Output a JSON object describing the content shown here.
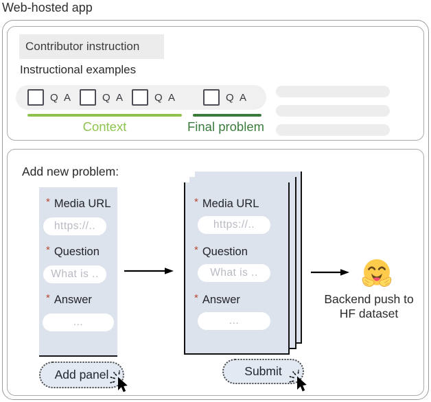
{
  "title": "Web-hosted app",
  "colors": {
    "context_green": "#8ec44e",
    "final_green": "#3a7c3c",
    "required_red": "#b5492f",
    "panel_fill": "#dde3ec",
    "button_fill": "#e3e9f2",
    "pill_gray": "#f0f0f1",
    "bar_gray": "#ededee",
    "instr_gray": "#ececec"
  },
  "instruction_section": {
    "instruction_box": "Contributor instruction",
    "examples_label": "Instructional examples",
    "qa_items": [
      {
        "label": "Q A"
      },
      {
        "label": "Q A"
      },
      {
        "label": "Q A"
      },
      {
        "label": "Q A"
      }
    ],
    "context_label": "Context",
    "final_problem_label": "Final problem",
    "placeholder_bar_count": 3
  },
  "add_problem_section": {
    "heading": "Add new problem:",
    "required_marker": "*",
    "fields": [
      {
        "label": "Media URL",
        "placeholder": "https://.."
      },
      {
        "label": "Question",
        "placeholder": "What is .."
      },
      {
        "label": "Answer",
        "placeholder": "..."
      }
    ],
    "add_panel_button": "Add panel",
    "submit_button": "Submit",
    "backend_note": {
      "line1": "Backend push to",
      "line2": "HF dataset",
      "icon": "hugging-face-emoji"
    }
  }
}
